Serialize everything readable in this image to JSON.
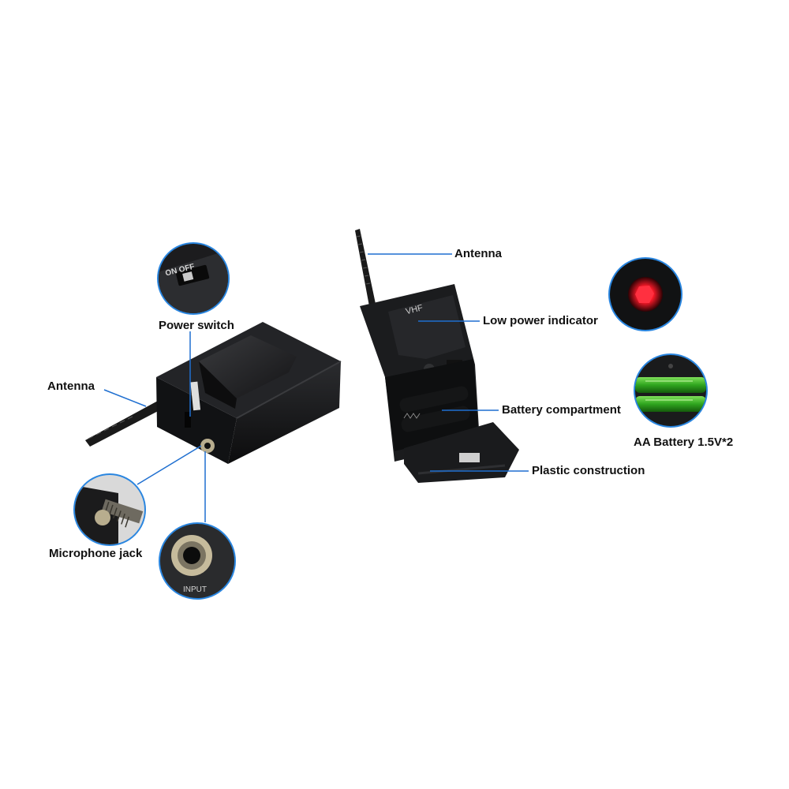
{
  "labels": {
    "power_switch": "Power switch",
    "antenna_left": "Antenna",
    "microphone_jack": "Microphone jack",
    "antenna_right": "Antenna",
    "low_power_indicator": "Low power indicator",
    "battery_compartment": "Battery compartment",
    "aa_battery": "AA Battery 1.5V*2",
    "plastic_construction": "Plastic construction"
  },
  "product_markings": {
    "band": "VHF",
    "switch_on": "ON",
    "switch_off": "OFF",
    "jack_label": "INPUT"
  },
  "colors": {
    "callout_line": "#1f6fd0",
    "callout_ring": "#2a86e0",
    "device_body": "#17181a",
    "led_red": "#ff2030",
    "battery_green": "#3db02a"
  }
}
